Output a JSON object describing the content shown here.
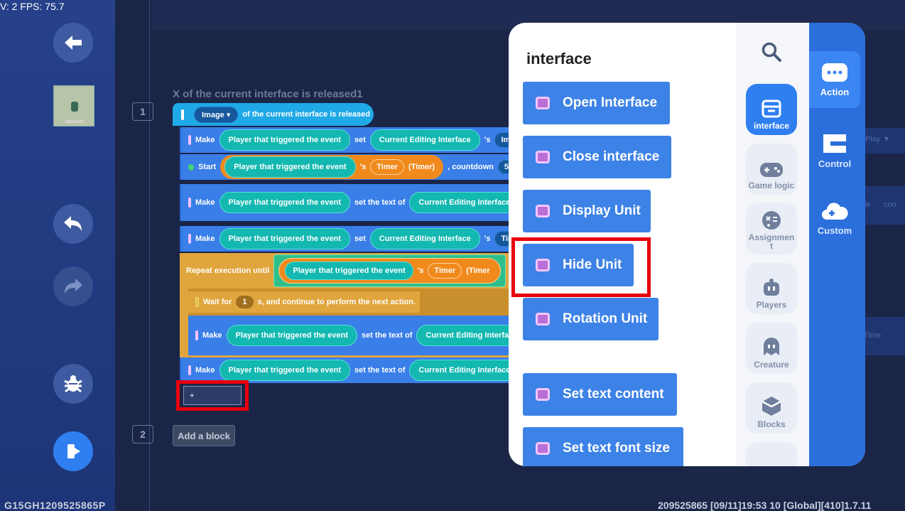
{
  "fps_text": "V: 2 FPS: 75.7",
  "sidebar": {
    "buttons": [
      "back-arrow-icon",
      "undo-icon",
      "redo-icon",
      "debug-bug-icon",
      "run-icon"
    ]
  },
  "workspace": {
    "line_numbers": [
      "1",
      "2"
    ],
    "event_title": "X of the current interface is released1",
    "bg_labels": {
      "play": "Play ▼",
      "me": "me",
      "con": "con",
      "time": "Time"
    },
    "hat": {
      "dropdown": "Image ▾",
      "text": "of the current interface is released"
    },
    "rows": [
      {
        "verb": "Make",
        "arg1": "Player that triggered the event",
        "mid": "set",
        "arg2": "Current Editing Interface",
        "tail": "'s",
        "arg3": "Imag"
      },
      {
        "verb": "Start",
        "arg1": "Player that triggered the event",
        "mid": "'s",
        "arg2": "Timer",
        "arg3": "(Timer)",
        "tail": ", countdown",
        "arg4": "5"
      },
      {
        "verb": "Make",
        "arg1": "Player that triggered the event",
        "mid": "set the text of",
        "arg2": "Current Editing Interface"
      },
      {
        "verb": "Make",
        "arg1": "Player that triggered the event",
        "mid": "set",
        "arg2": "Current Editing Interface",
        "tail": "'s",
        "arg3": "Time"
      }
    ],
    "repeat": {
      "label": "Repeat execution until",
      "arg1": "Player that triggered the event",
      "mid": "'s",
      "arg2": "Timer",
      "arg3": "(Timer"
    },
    "wait": {
      "pre": "Wait for",
      "num": "1",
      "post": "s, and continue to perform the next action."
    },
    "inner_make": {
      "verb": "Make",
      "arg1": "Player that triggered the event",
      "mid": "set the text of",
      "arg2": "Current Editing Interface"
    },
    "last_make": {
      "verb": "Make",
      "arg1": "Player that triggered the event",
      "mid": "set the text of",
      "arg2": "Current Editing Interface"
    },
    "plus": "+",
    "add_block": "Add a block"
  },
  "status": {
    "left": "G15GH1209525865P",
    "right": "209525865    [09/11]19:53 10  [Global][410]1.7.11"
  },
  "panel": {
    "title": "interface",
    "blocks": [
      "Open Interface",
      "Close interface",
      "Display Unit",
      "Hide Unit",
      "Rotation Unit",
      "Set text content",
      "Set text font size"
    ],
    "categories": [
      "interface",
      "Game logic",
      "Assignmen\nt",
      "Players",
      "Creature",
      "Blocks"
    ],
    "tabs": [
      "Action",
      "Control",
      "Custom"
    ]
  },
  "colors": {
    "accent": "#2f7ff0",
    "highlight": "#e8000d",
    "block_blue": "#3d82e6"
  }
}
